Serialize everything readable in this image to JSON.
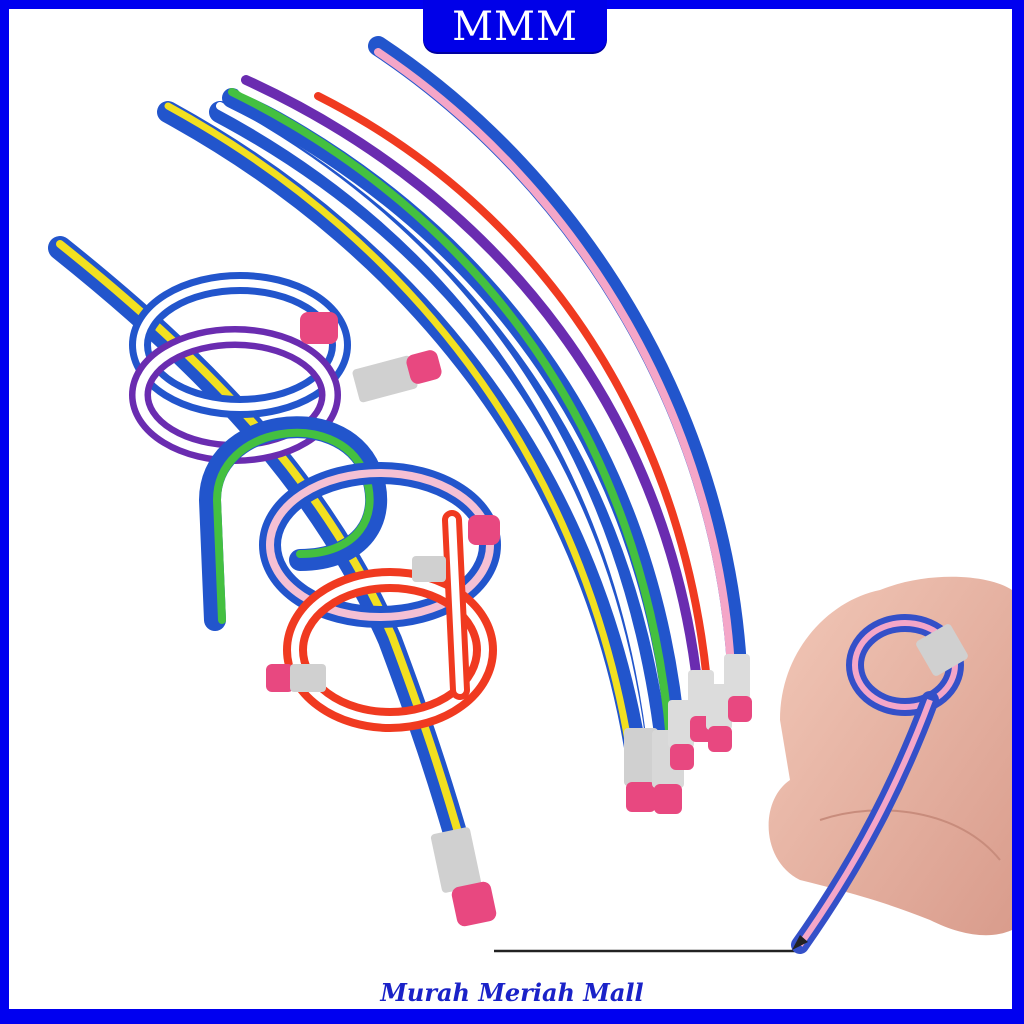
{
  "brand": {
    "logo_text": "MMM",
    "tagline": "Murah Meriah Mall",
    "border_color": "#0000f0",
    "logo_bg": "#0000e8",
    "tagline_color": "#1a22c8"
  },
  "photo": {
    "subject": "flexible bendable pencils with erasers",
    "background": "#ffffff",
    "pencil_colors": [
      "#2255cc",
      "#f2e020",
      "#ffffff",
      "#44c040",
      "#6a2cb0",
      "#f03a20",
      "#f4a6c8"
    ],
    "eraser_color": "#e84880",
    "ferrule_color": "#c8c8c8",
    "skin_color": "#e8b8a8"
  }
}
